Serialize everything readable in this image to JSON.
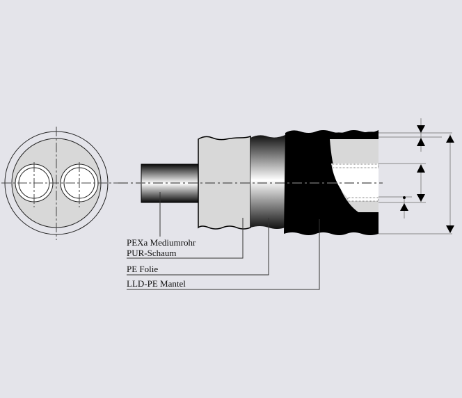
{
  "diagram": {
    "subject": "Pre-insulated twin pipe cross-section and layer structure",
    "labels": [
      {
        "id": "pexa",
        "text": "PEXa Mediumrohr"
      },
      {
        "id": "pur",
        "text": "PUR-Schaum"
      },
      {
        "id": "pe_folie",
        "text": "PE Folie"
      },
      {
        "id": "lldpe",
        "text": "LLD-PE Mantel"
      }
    ],
    "colors": {
      "background": "#e4e4ea",
      "foam": "#d8d8d8",
      "mantel": "#000000",
      "line": "#808080"
    }
  }
}
